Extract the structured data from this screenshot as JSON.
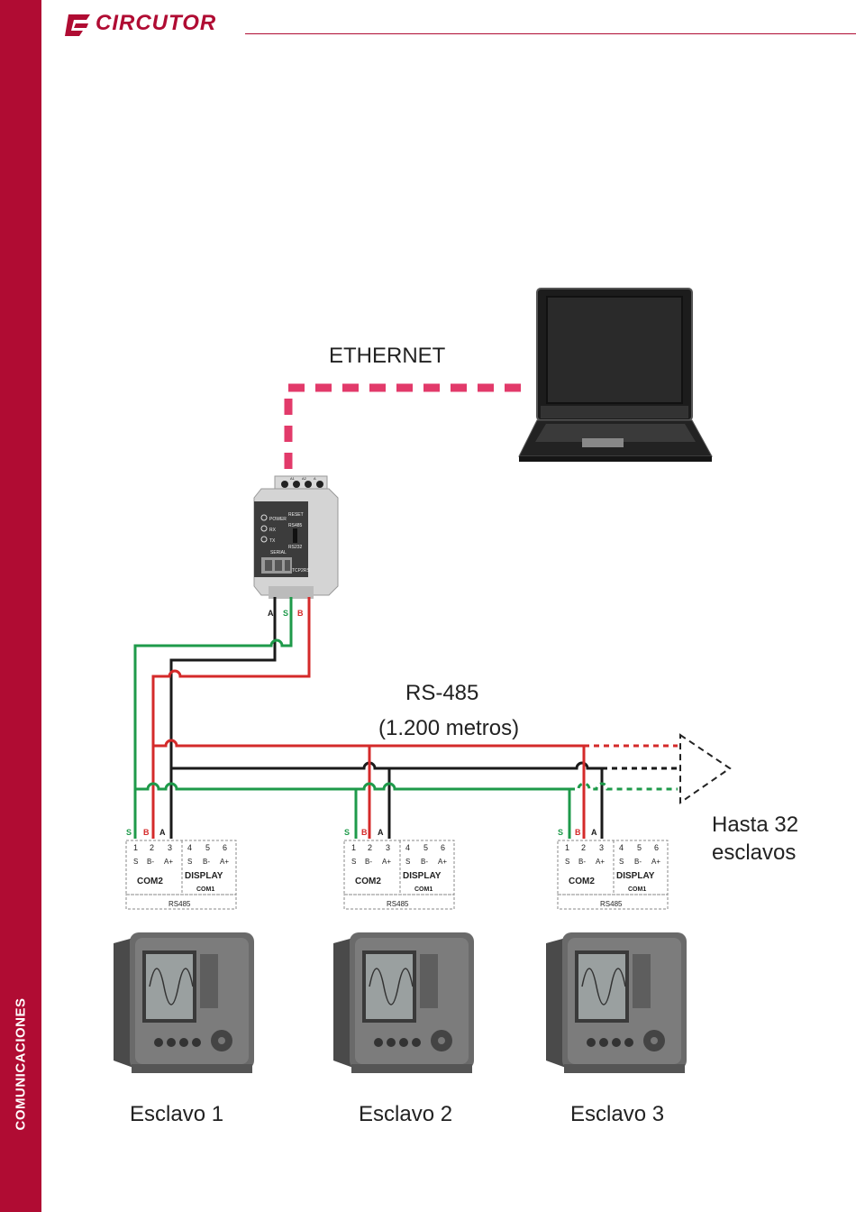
{
  "header": {
    "brand": "CIRCUTOR"
  },
  "sidebar": {
    "section": "COMUNICACIONES"
  },
  "diagram": {
    "ethernet_label": "ETHERNET",
    "bus_label": "RS-485",
    "bus_distance": "(1.200 metros)",
    "max_slaves_line1": "Hasta 32",
    "max_slaves_line2": "esclavos",
    "converter": {
      "leds": [
        "POWER",
        "RX",
        "TX"
      ],
      "reset": "RESET",
      "rs485": "RS485",
      "rs232": "RS232",
      "serial": "SERIAL",
      "model": "TCP2RS",
      "top_terminals": [
        "A1",
        "A2",
        "A"
      ],
      "wires": [
        "A",
        "S",
        "B"
      ]
    },
    "terminal_block": {
      "wire_letters": [
        "S",
        "B",
        "A"
      ],
      "numbers": [
        "1",
        "2",
        "3",
        "4",
        "5",
        "6"
      ],
      "signals": [
        "S",
        "B-",
        "A+",
        "S",
        "B-",
        "A+"
      ],
      "com2": "COM2",
      "display": "DISPLAY",
      "com1": "COM1",
      "rs485": "RS485"
    },
    "slaves": [
      "Esclavo 1",
      "Esclavo 2",
      "Esclavo 3"
    ]
  },
  "colors": {
    "brand": "#b00c33",
    "ethernet": "#e23a6a",
    "wire_a": "#1a1a1a",
    "wire_b": "#d42a2a",
    "wire_s": "#1e9a4a"
  }
}
